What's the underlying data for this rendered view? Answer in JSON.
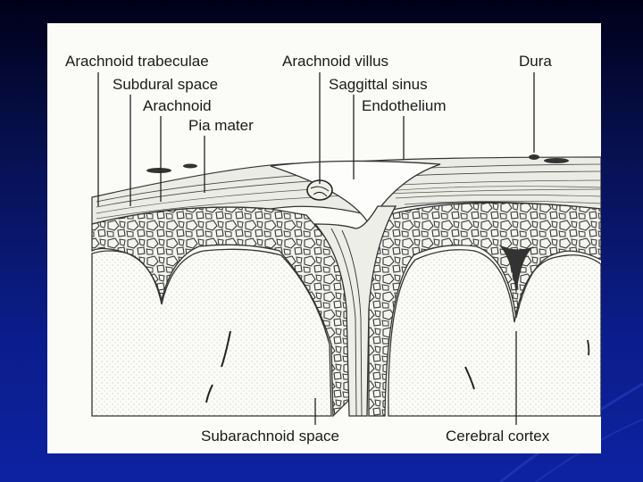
{
  "slide": {
    "background_colors": [
      "#000018",
      "#0b1d8c",
      "#0d22a0"
    ]
  },
  "figure": {
    "labels": {
      "arachnoid_trabeculae": "Arachnoid trabeculae",
      "subdural_space": "Subdural space",
      "arachnoid": "Arachnoid",
      "pia_mater": "Pia mater",
      "arachnoid_villus": "Arachnoid villus",
      "saggittal_sinus": "Saggittal sinus",
      "endothelium": "Endothelium",
      "dura": "Dura",
      "subarachnoid_space": "Subarachnoid space",
      "cerebral_cortex": "Cerebral cortex"
    }
  }
}
